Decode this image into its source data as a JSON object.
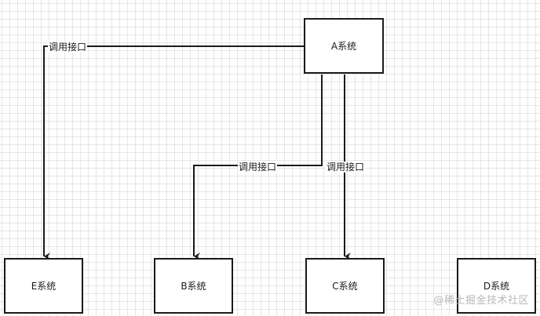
{
  "nodes": {
    "a": {
      "label": "A系统"
    },
    "b": {
      "label": "B系统"
    },
    "c": {
      "label": "C系统"
    },
    "d": {
      "label": "D系统"
    },
    "e": {
      "label": "E系统"
    }
  },
  "edges": [
    {
      "from": "A系统",
      "to": "E系统",
      "label": "调用接口"
    },
    {
      "from": "A系统",
      "to": "B系统",
      "label": "调用接口"
    },
    {
      "from": "A系统",
      "to": "C系统",
      "label": "调用接口"
    }
  ],
  "watermark": "@稀土掘金技术社区",
  "colors": {
    "stroke": "#1a1a1a",
    "grid": "#e6e6e6",
    "watermark": "#b9b9b9"
  }
}
